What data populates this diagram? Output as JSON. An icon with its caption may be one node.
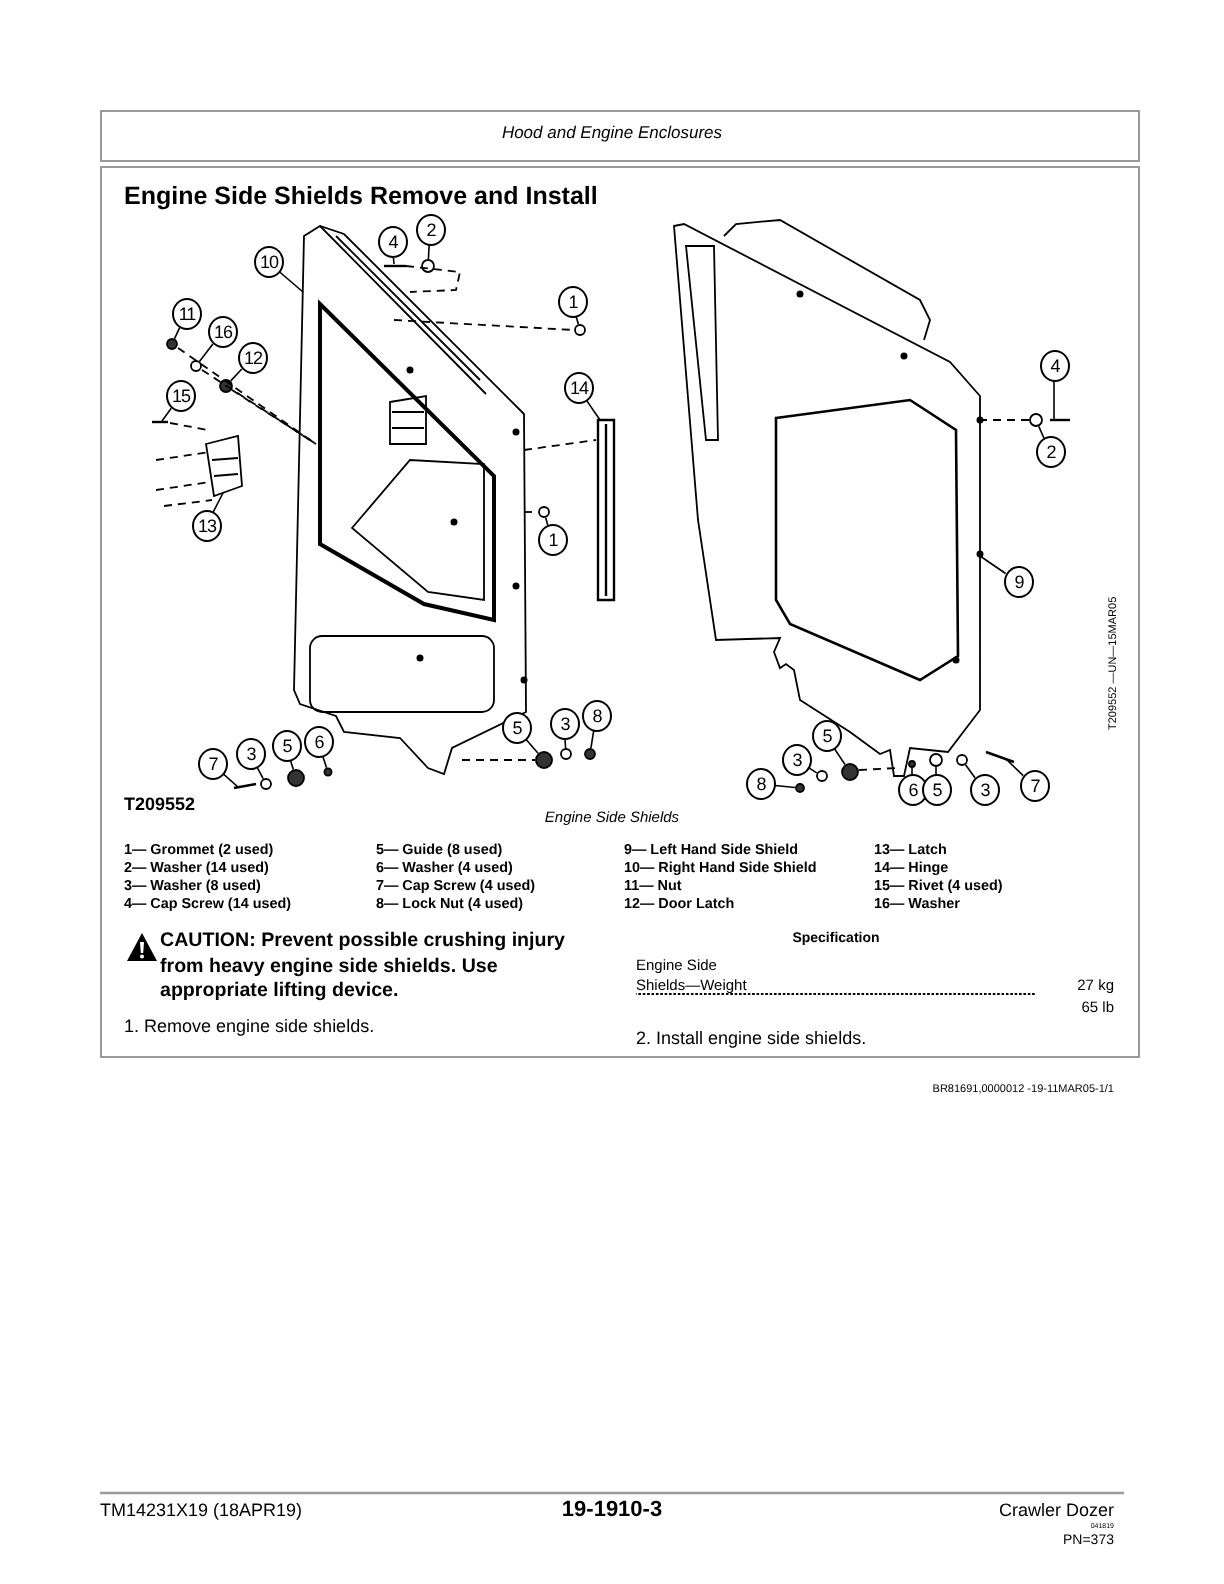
{
  "diagram": {
    "title": "Engine Side Shields Remove and Install",
    "caption": "Engine Side Shields",
    "nodes": [
      {
        "text": [
          "10"
        ]
      },
      {
        "text": [
          "4"
        ]
      },
      {
        "text": [
          "2"
        ]
      },
      {
        "text": [
          "1"
        ]
      },
      {
        "text": [
          "11"
        ]
      },
      {
        "text": [
          "16"
        ]
      },
      {
        "text": [
          "12"
        ]
      },
      {
        "text": [
          "15"
        ]
      },
      {
        "text": [
          "14"
        ]
      },
      {
        "text": [
          "13"
        ]
      },
      {
        "text": [
          "1"
        ]
      },
      {
        "text": [
          "7"
        ]
      },
      {
        "text": [
          "3"
        ]
      },
      {
        "text": [
          "5"
        ]
      },
      {
        "text": [
          "6"
        ]
      },
      {
        "text": [
          "5"
        ]
      },
      {
        "text": [
          "3"
        ]
      },
      {
        "text": [
          "8"
        ]
      },
      {
        "text": [
          "4"
        ]
      },
      {
        "text": [
          "2"
        ]
      },
      {
        "text": [
          "9"
        ]
      },
      {
        "text": [
          "3"
        ]
      },
      {
        "text": [
          "5"
        ]
      },
      {
        "text": [
          "8"
        ]
      },
      {
        "text": [
          "6"
        ]
      },
      {
        "text": [
          "5"
        ]
      },
      {
        "text": [
          "3"
        ]
      },
      {
        "text": [
          "7"
        ]
      },
      {
        "text": [],
        "shape": "picture"
      },
      {
        "text": [],
        "shape": "bar"
      },
      {
        "text": [],
        "shape": "circle"
      },
      {
        "text": [],
        "shape": "circle"
      },
      {
        "text": [],
        "shape": "circle"
      },
      {
        "text": [],
        "shape": "circle"
      },
      {
        "text": [],
        "shape": "circle"
      },
      {
        "text": [],
        "shape": "bar"
      },
      {
        "text": [],
        "shape": "bar"
      },
      {
        "text": [],
        "shape": "picture"
      },
      {
        "text": [],
        "shape": "circle"
      },
      {
        "text": [],
        "shape": "bar"
      },
      {
        "text": [],
        "shape": "circle"
      },
      {
        "text": [],
        "shape": "circle"
      },
      {
        "text": [],
        "shape": "circle"
      },
      {
        "text": [],
        "shape": "circle"
      },
      {
        "text": [],
        "shape": "circle"
      },
      {
        "text": [],
        "shape": "circle"
      },
      {
        "text": [],
        "shape": "bar"
      },
      {
        "text": [],
        "shape": "circle"
      },
      {
        "text": [],
        "shape": "picture"
      },
      {
        "text": [],
        "shape": "circle"
      },
      {
        "text": [],
        "shape": "circle"
      },
      {
        "text": [],
        "shape": "circle"
      },
      {
        "text": [],
        "shape": "circle"
      },
      {
        "text": [],
        "shape": "circle"
      },
      {
        "text": [],
        "shape": "circle"
      },
      {
        "text": [],
        "shape": "bar"
      }
    ],
    "edges": [
      {
        "from": 0,
        "to": 28,
        "arrow": "none"
      },
      {
        "from": 1,
        "to": 29,
        "arrow": "none"
      },
      {
        "from": 2,
        "to": 30,
        "arrow": "none"
      },
      {
        "from": 3,
        "to": 31,
        "arrow": "none"
      },
      {
        "from": 4,
        "to": 32,
        "arrow": "none"
      },
      {
        "from": 5,
        "to": 33,
        "arrow": "none"
      },
      {
        "from": 6,
        "to": 34,
        "arrow": "none"
      },
      {
        "from": 7,
        "to": 35,
        "arrow": "none"
      },
      {
        "from": 8,
        "to": 36,
        "arrow": "none"
      },
      {
        "from": 9,
        "to": 37,
        "arrow": "none"
      },
      {
        "from": 10,
        "to": 38,
        "arrow": "none"
      },
      {
        "from": 11,
        "to": 39,
        "arrow": "none"
      },
      {
        "from": 12,
        "to": 40,
        "arrow": "none"
      },
      {
        "from": 13,
        "to": 41,
        "arrow": "none"
      },
      {
        "from": 14,
        "to": 42,
        "arrow": "none"
      },
      {
        "from": 15,
        "to": 43,
        "arrow": "none"
      },
      {
        "from": 16,
        "to": 44,
        "arrow": "none"
      },
      {
        "from": 17,
        "to": 45,
        "arrow": "none"
      },
      {
        "from": 18,
        "to": 46,
        "arrow": "none"
      },
      {
        "from": 19,
        "to": 47,
        "arrow": "none"
      },
      {
        "from": 20,
        "to": 48,
        "arrow": "none"
      },
      {
        "from": 21,
        "to": 49,
        "arrow": "none"
      },
      {
        "from": 22,
        "to": 50,
        "arrow": "none"
      },
      {
        "from": 23,
        "to": 51,
        "arrow": "none"
      },
      {
        "from": 24,
        "to": 52,
        "arrow": "none"
      },
      {
        "from": 25,
        "to": 53,
        "arrow": "none"
      },
      {
        "from": 26,
        "to": 54,
        "arrow": "none"
      },
      {
        "from": 27,
        "to": 55,
        "arrow": "none"
      },
      {
        "from": 28,
        "to": 31,
        "arrow": "none",
        "style": "dashed"
      },
      {
        "from": 28,
        "to": 36,
        "arrow": "none",
        "style": "dashed"
      },
      {
        "from": 35,
        "to": 37,
        "arrow": "none",
        "style": "dashed"
      },
      {
        "from": 47,
        "to": 48,
        "arrow": "none",
        "style": "dashed"
      },
      {
        "from": 29,
        "to": 28,
        "arrow": "none",
        "style": "dashed"
      },
      {
        "from": 28,
        "to": 43,
        "arrow": "none",
        "style": "dashed"
      },
      {
        "from": 50,
        "to": 48,
        "arrow": "none",
        "style": "dashed"
      }
    ],
    "labels": [
      "Hood and Engine Enclosures",
      "T209552",
      "T209552 —UN—15MAR05",
      "1— Grommet (2 used)",
      "5— Guide (8 used)",
      "9— Left Hand Side Shield",
      "13— Latch",
      "2— Washer (14 used)",
      "6— Washer (4 used)",
      "10— Right Hand Side Shield",
      "14— Hinge",
      "3— Washer (8 used)",
      "7— Cap Screw (4 used)",
      "11— Nut",
      "15— Rivet (4 used)",
      "4— Cap Screw (14 used)",
      "8— Lock Nut (4 used)",
      "12— Door Latch",
      "16— Washer",
      "CAUTION: Prevent possible crushing injury from heavy engine side shields. Use appropriate lifting device.",
      "1. Remove engine side shields.",
      "Specification",
      "Engine Side",
      "Shields—Weight",
      "27 kg",
      "65 lb",
      "2. Install engine side shields.",
      "BR81691,0000012 -19-11MAR05-1/1",
      "TM14231X19 (18APR19)",
      "19-1910-3",
      "Crawler Dozer",
      "041819",
      "PN=373"
    ]
  }
}
